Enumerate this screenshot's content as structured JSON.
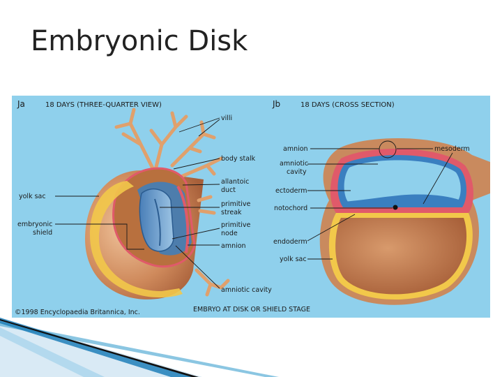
{
  "slide": {
    "title": "Embryonic Disk"
  },
  "figure": {
    "panel_a": {
      "tag": "Jа",
      "title": "18 DAYS (THREE-QUARTER VIEW)"
    },
    "panel_b": {
      "tag": "Jb",
      "title": "18 DAYS (CROSS SECTION)"
    },
    "labels_a": {
      "villi": "villi",
      "body_stalk": "body stalk",
      "allantoic_1": "allantoic",
      "allantoic_2": "duct",
      "primitive_streak_1": "primitive",
      "primitive_streak_2": "streak",
      "primitive_node_1": "primitive",
      "primitive_node_2": "node",
      "amnion": "amnion",
      "amniotic_cavity": "amniotic cavity",
      "yolk_sac": "yolk sac",
      "embryonic_shield_1": "embryonic",
      "embryonic_shield_2": "shield"
    },
    "labels_b": {
      "amnion": "amnion",
      "mesoderm": "mesoderm",
      "amniotic_cavity_1": "amniotic",
      "amniotic_cavity_2": "cavity",
      "ectoderm": "ectoderm",
      "notochord": "notochord",
      "endoderm": "endoderm",
      "yolk_sac": "yolk sac"
    },
    "copyright": "©1998 Encyclopaedia Britannica, Inc.",
    "caption": "EMBRYO AT DISK OR SHIELD STAGE",
    "colors": {
      "background": "#8fd0ec",
      "tissue": "#c98a5e",
      "tissue_light": "#e6b48a",
      "amnion_blue": "#3a7fc0",
      "yolk_yellow": "#f2c84a",
      "mesoderm_pink": "#e05a6a"
    }
  }
}
